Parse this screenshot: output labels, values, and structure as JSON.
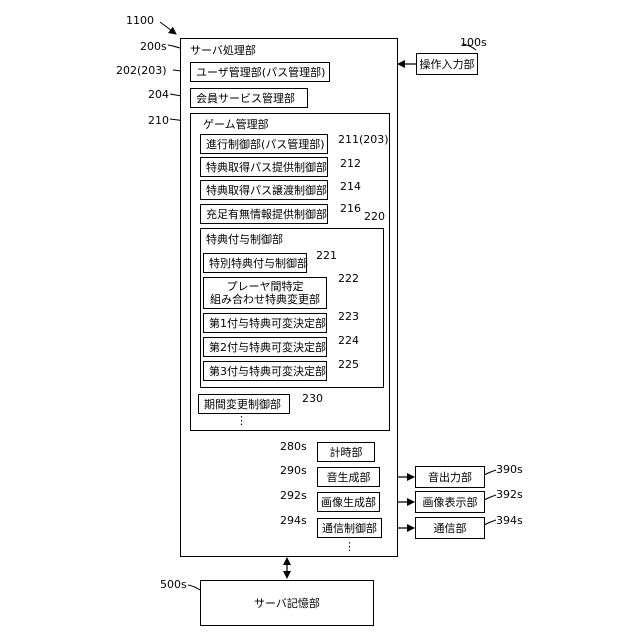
{
  "labels": {
    "fig_ref": "1100",
    "server_ref": "200s",
    "server": "サーバ処理部",
    "ref_202": "202(203)",
    "user_mgmt": "ユーザ管理部(パス管理部)",
    "ref_204": "204",
    "member_service": "会員サービス管理部",
    "ref_210": "210",
    "game_mgmt": "ゲーム管理部",
    "progress_ctrl": "進行制御部(パス管理部)",
    "ref_211": "211(203)",
    "pass_provide": "特典取得パス提供制御部",
    "ref_212": "212",
    "pass_transfer": "特典取得パス譲渡制御部",
    "ref_214": "214",
    "fulfill_info": "充足有無情報提供制御部",
    "ref_216": "216",
    "ref_220": "220",
    "bonus_grant": "特典付与制御部",
    "special_bonus": "特別特典付与制御部",
    "ref_221": "221",
    "pair_change_line1": "プレーヤ間特定",
    "pair_change_line2": "組み合わせ特典変更部",
    "ref_222": "222",
    "decide_1": "第1付与特典可変決定部",
    "ref_223": "223",
    "decide_2": "第2付与特典可変決定部",
    "ref_224": "224",
    "decide_3": "第3付与特典可変決定部",
    "ref_225": "225",
    "period_change": "期間変更制御部",
    "ref_230": "230",
    "dots": "⋮",
    "ref_280": "280s",
    "clock": "計時部",
    "ref_290": "290s",
    "sound_gen": "音生成部",
    "ref_292": "292s",
    "image_gen": "画像生成部",
    "ref_294": "294s",
    "comm_ctrl": "通信制御部",
    "ref_100": "100s",
    "operation_input": "操作入力部",
    "ref_390": "390s",
    "sound_output": "音出力部",
    "ref_392": "392s",
    "image_display": "画像表示部",
    "ref_394": "394s",
    "comm_unit": "通信部",
    "ref_500": "500s",
    "server_storage": "サーバ記憶部"
  }
}
